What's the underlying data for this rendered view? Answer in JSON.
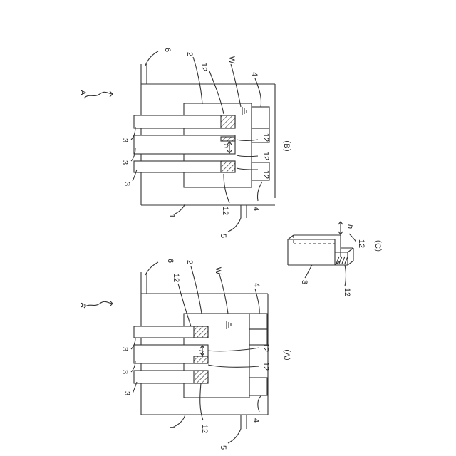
{
  "figure": {
    "panel_a_label": "（A）",
    "panel_b_label": "（B）",
    "panel_c_label": "（C）",
    "assembly_label": "A",
    "ref_1": "1",
    "ref_2": "2",
    "ref_3": "3",
    "ref_4": "4",
    "ref_5": "5",
    "ref_6": "6",
    "ref_12": "12",
    "ref_w": "W",
    "ref_h": "h"
  }
}
